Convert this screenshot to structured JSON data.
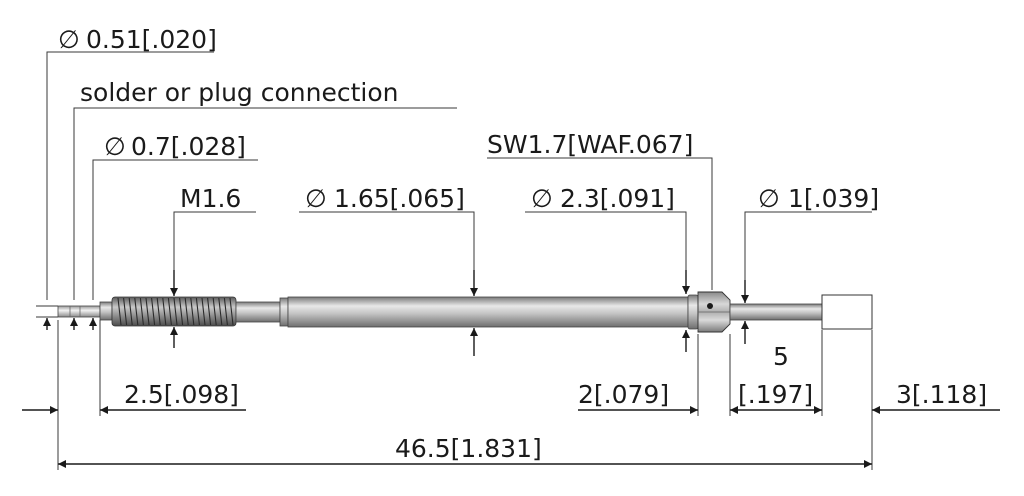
{
  "labels": {
    "dia_051": "0.51[.020]",
    "connection": "solder or plug connection",
    "dia_07": "0.7[.028]",
    "thread": "M1.6",
    "dia_165": "1.65[.065]",
    "wrench": "SW1.7[WAF.067]",
    "dia_23": "2.3[.091]",
    "dia_1": "1[.039]",
    "len_25": "2.5[.098]",
    "len_2": "2[.079]",
    "len_5_a": "5",
    "len_5_b": "[.197]",
    "len_3": "3[.118]",
    "len_total": "46.5[1.831]",
    "dia_symbol": "∅"
  },
  "colors": {
    "line": "#1a1a1a",
    "part_light": "#e6e6e6",
    "part_dark": "#8e8e8e"
  }
}
